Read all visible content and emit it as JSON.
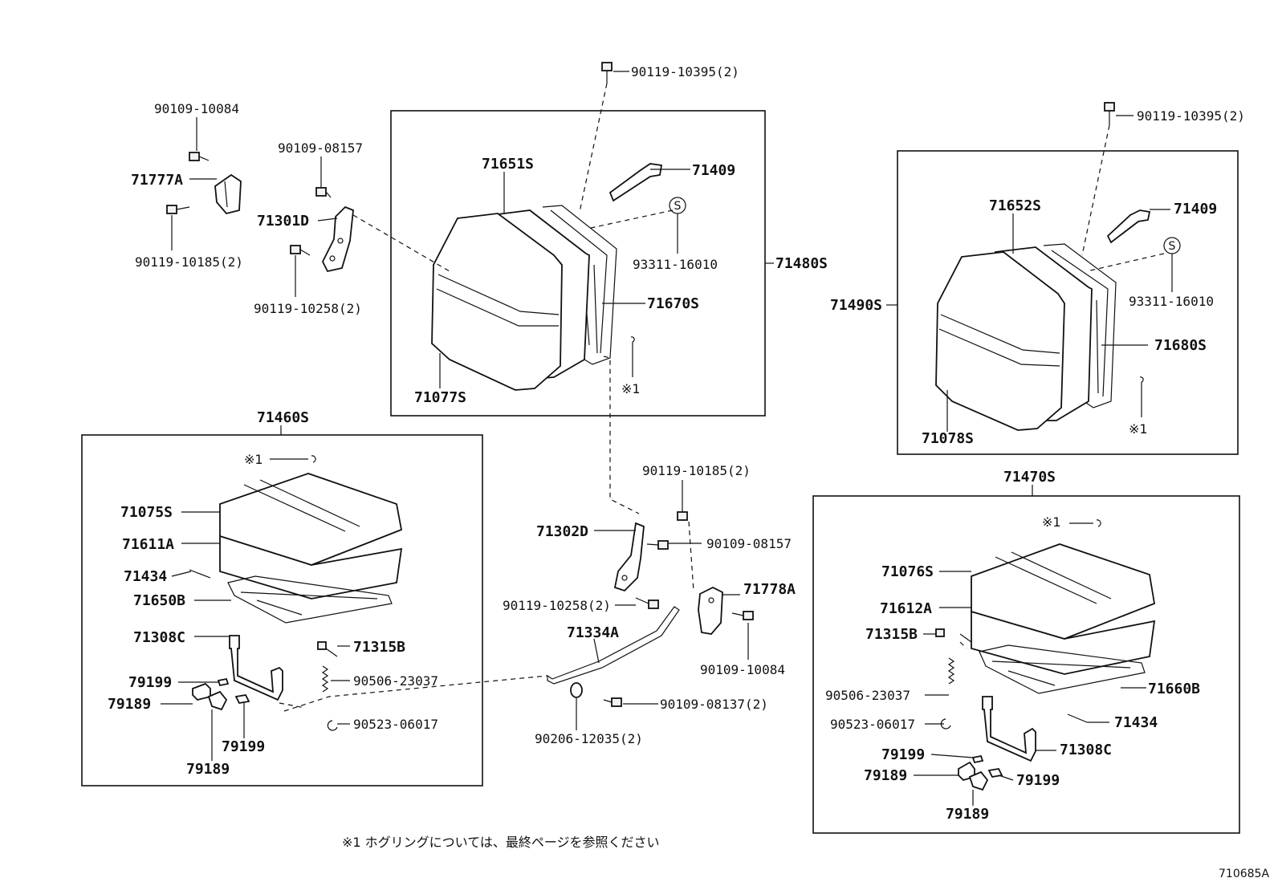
{
  "diagram": {
    "labels": {
      "p90109_10084_a": "90109-10084",
      "p71777A": "71777A",
      "p90119_10185_a": "90119-10185(2)",
      "p90109_08157_a": "90109-08157",
      "p71301D": "71301D",
      "p90119_10258_a": "90119-10258(2)",
      "p90119_10395_a": "90119-10395(2)",
      "p71651S": "71651S",
      "p71409_a": "71409",
      "p93311_16010_a": "93311-16010",
      "p71480S": "71480S",
      "p71670S": "71670S",
      "p71077S": "71077S",
      "p_note1_a": "※1",
      "p90119_10395_b": "90119-10395(2)",
      "p71652S": "71652S",
      "p71409_b": "71409",
      "p93311_16010_b": "93311-16010",
      "p71490S": "71490S",
      "p71680S": "71680S",
      "p71078S": "71078S",
      "p_note1_b": "※1",
      "p71460S": "71460S",
      "p_note1_c": "※1",
      "p71075S": "71075S",
      "p71611A": "71611A",
      "p71434_a": "71434",
      "p71650B": "71650B",
      "p71308C_a": "71308C",
      "p71315B_a": "71315B",
      "p79199_a": "79199",
      "p79189_a": "79189",
      "p90506_23037_a": "90506-23037",
      "p79199_b": "79199",
      "p79189_b": "79189",
      "p90523_06017_a": "90523-06017",
      "p90119_10185_b": "90119-10185(2)",
      "p71302D": "71302D",
      "p90109_08157_b": "90109-08157",
      "p71778A": "71778A",
      "p90119_10258_b": "90119-10258(2)",
      "p71334A": "71334A",
      "p90109_10084_b": "90109-10084",
      "p90109_08137": "90109-08137(2)",
      "p90206_12035": "90206-12035(2)",
      "p71470S": "71470S",
      "p_note1_d": "※1",
      "p71076S": "71076S",
      "p71612A": "71612A",
      "p71315B_b": "71315B",
      "p90506_23037_b": "90506-23037",
      "p71660B": "71660B",
      "p90523_06017_b": "90523-06017",
      "p71434_b": "71434",
      "p79199_c": "79199",
      "p71308C_b": "71308C",
      "p79189_c": "79189",
      "p79199_d": "79199",
      "p79189_d": "79189"
    },
    "footnote": "※1 ホグリングについては、最終ページを参照ください",
    "drawing_code": "710685A",
    "s_mark": "S"
  }
}
